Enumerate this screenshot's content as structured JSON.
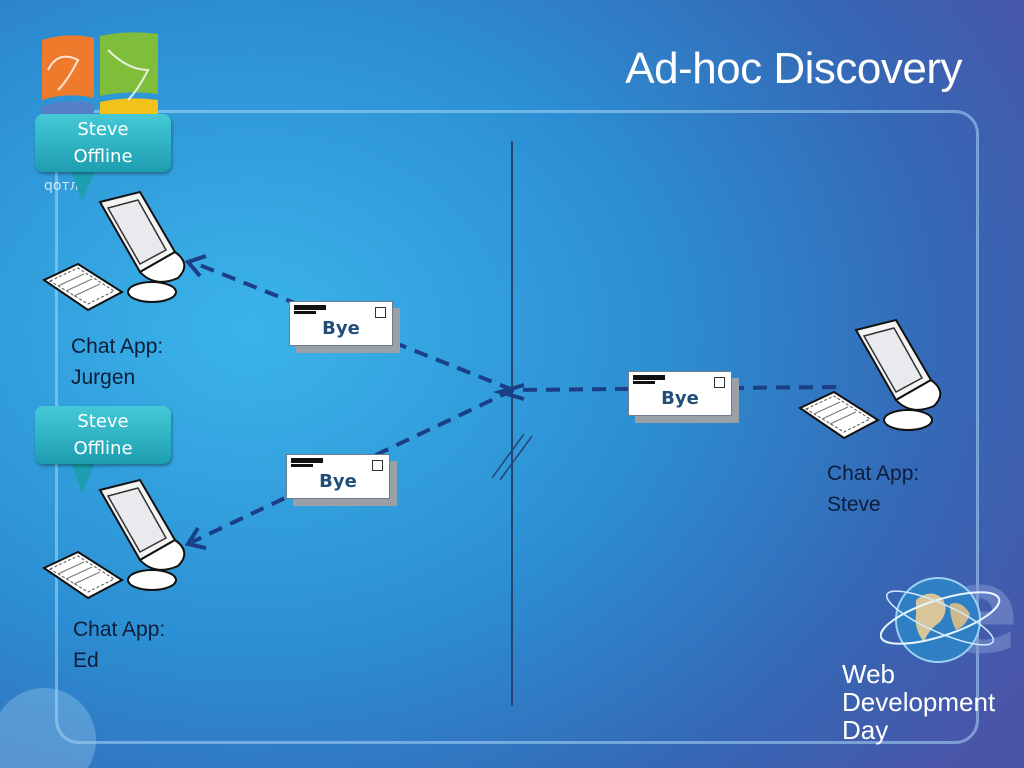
{
  "slide": {
    "title": "Ad-hoc Discovery"
  },
  "nodes": {
    "jurgen": {
      "label_line1": "Chat App:",
      "label_line2": "Jurgen"
    },
    "ed": {
      "label_line1": "Chat App:",
      "label_line2": "Ed"
    },
    "steve": {
      "label_line1": "Chat App:",
      "label_line2": "Steve"
    }
  },
  "bubbles": {
    "top": {
      "line1": "Steve",
      "line2": "Offline"
    },
    "bottom": {
      "line1": "Steve",
      "line2": "Offline"
    }
  },
  "messages": {
    "top": "Bye",
    "bottom": "Bye",
    "right": "Bye"
  },
  "branding": {
    "line1": "Web",
    "line2": "Development",
    "line3": "Day"
  },
  "colors": {
    "arrow": "#1a3f86",
    "bubble": "#1d9eb1",
    "envelope_text": "#1f4e79"
  }
}
